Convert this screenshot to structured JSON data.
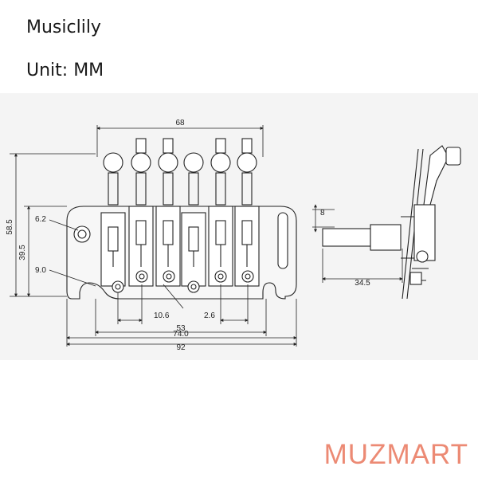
{
  "header": {
    "brand": "Musiclily",
    "unit": "Unit: MM"
  },
  "dimensions": {
    "top_width": "68",
    "height_total": "58.5",
    "height_post": "39.5",
    "hole_diameter": "6.2",
    "notch_radius": "9.0",
    "saddle_spacing": "10.6",
    "saddle_gap": "2.6",
    "screw_span": "53",
    "plate_width": "74.0",
    "overall_width": "92",
    "block_height": "8",
    "block_depth": "34.5"
  },
  "watermark": "MUZMART",
  "colors": {
    "line": "#222222",
    "panel": "#f4f4f4",
    "watermark": "#ec8a74"
  }
}
